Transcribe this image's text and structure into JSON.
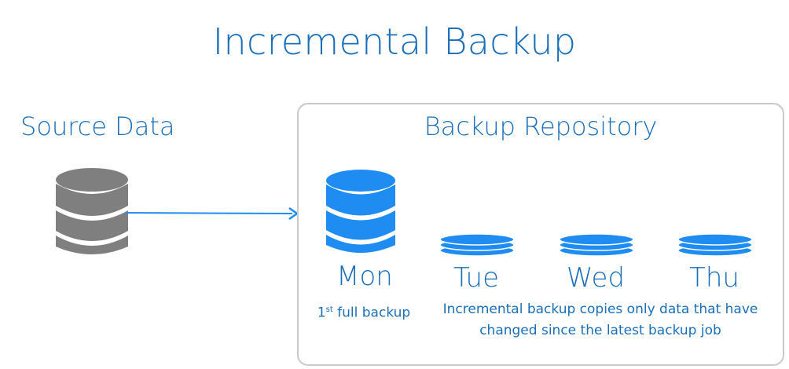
{
  "title": "Incremental Backup",
  "source": {
    "label": "Source Data",
    "color": "#7f7f7f"
  },
  "repository": {
    "label": "Backup Repository",
    "border_color": "#c9c9c9"
  },
  "accent_color": "#1e8cf0",
  "text_color": "#1a6fb8",
  "days": [
    {
      "label": "Mon"
    },
    {
      "label": "Tue"
    },
    {
      "label": "Wed"
    },
    {
      "label": "Thu"
    }
  ],
  "captions": {
    "full_prefix": "1",
    "full_sup": "st",
    "full_rest": " full backup",
    "incremental_line1": "Incremental backup copies only data that have",
    "incremental_line2": "changed since the latest backup job"
  }
}
